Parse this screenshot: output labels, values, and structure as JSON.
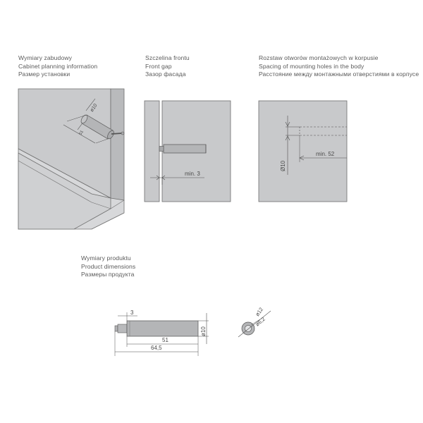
{
  "sections": {
    "cabinet_planning": {
      "label_pl": "Wymiary zabudowy",
      "label_en": "Cabinet planning information",
      "label_ru": "Размер установки",
      "dim_diameter": "ø10",
      "dim_depth": "51"
    },
    "front_gap": {
      "label_pl": "Szczelina frontu",
      "label_en": "Front gap",
      "label_ru": "Зазор фасада",
      "dim_gap": "min. 3"
    },
    "mounting_holes": {
      "label_pl": "Rozstaw otworów montażowych w korpusie",
      "label_en": "Spacing of mounting holes in the body",
      "label_ru": "Расстояние между монтажными отверстиями в корпусе",
      "dim_diameter": "Ø10",
      "dim_min": "min. 52"
    },
    "product_dimensions": {
      "label_pl": "Wymiary produktu",
      "label_en": "Product dimensions",
      "label_ru": "Размеры продукта",
      "dim_tip": "3",
      "dim_body_dia": "ø10",
      "dim_body_len": "51",
      "dim_total_len": "64,5",
      "dim_end_dia": "ø12",
      "dim_end_inner": "ø6,2"
    }
  },
  "colors": {
    "panel_fill": "#c8c9cb",
    "panel_stroke": "#6f6f6f",
    "part_fill": "#b4b5b7",
    "line": "#4f4f4f"
  }
}
